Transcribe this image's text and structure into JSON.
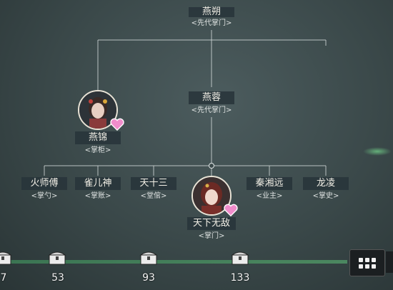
{
  "ancestor": {
    "name": "燕朔",
    "title": "<先代掌门>"
  },
  "parent": {
    "name": "燕蓉",
    "title": "<先代掌门>"
  },
  "sibling": {
    "name": "燕锦",
    "title": "<掌柜>"
  },
  "disciples": [
    {
      "name": "火师傅",
      "title": "<掌勺>"
    },
    {
      "name": "雀儿神",
      "title": "<掌账>"
    },
    {
      "name": "天十三",
      "title": "<堂倌>"
    },
    {
      "name": "天下无敌",
      "title": "<掌门>"
    },
    {
      "name": "秦湘远",
      "title": "<业主>"
    },
    {
      "name": "龙凌",
      "title": "<掌史>"
    }
  ],
  "counters": [
    "7",
    "53",
    "93",
    "133"
  ],
  "colors": {
    "bar": "#4e8f63",
    "heart": "#f08ccb",
    "plate": "#28343a"
  },
  "icons": {
    "chest": "chest-icon",
    "heart": "heart-icon",
    "menu": "grid-menu-icon"
  }
}
